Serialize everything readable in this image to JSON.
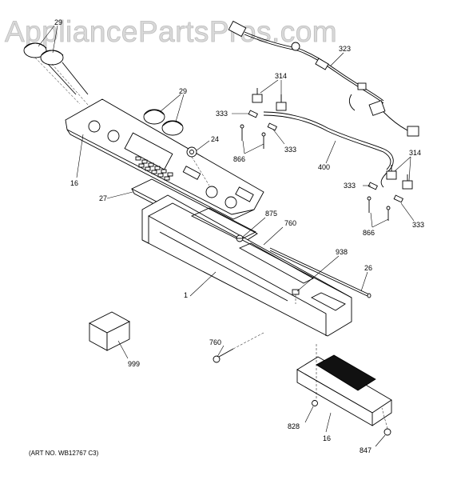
{
  "watermark": "AppliancePartsPros.com",
  "art_number": "(ART NO. WB12767 C3)",
  "callouts": {
    "knob_left": "29",
    "knob_center": "29",
    "panel_faceplate": "16",
    "spacer": "24",
    "backplate": "27",
    "screw_875": "875",
    "screw_760_top": "760",
    "channel": "1",
    "box": "999",
    "screw_760_bottom": "760",
    "clip": "938",
    "rod": "26",
    "board": "16",
    "nut_828": "828",
    "screw_847": "847",
    "harness_323": "323",
    "switch_314_top": "314",
    "terminal_333_a": "333",
    "terminal_333_b": "333",
    "pin_866_top": "866",
    "wire_400": "400",
    "switch_314_right": "314",
    "terminal_333_c": "333",
    "terminal_333_d": "333",
    "pin_866_bottom": "866"
  }
}
